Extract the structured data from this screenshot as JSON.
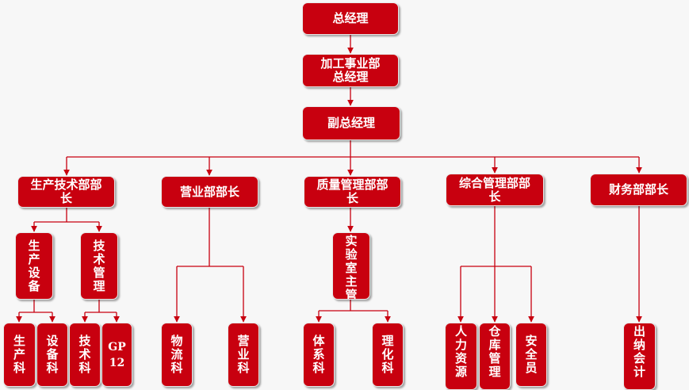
{
  "colors": {
    "box": "#c8000f",
    "line": "#c8000f",
    "text": "#ffffff"
  },
  "nodes": {
    "gm": "总经理",
    "proc_gm": "加工事业部总经理",
    "deputy_gm": "副总经理",
    "prod_tech_mgr": "生产技术部部长",
    "sales_mgr": "营业部部长",
    "quality_mgr": "质量管理部部长",
    "general_mgr": "综合管理部部长",
    "finance_mgr": "财务部部长",
    "prod_equip": "生产设备",
    "tech_mgmt": "技术管理",
    "lab_head": "实验室主管",
    "production_sec": "生产科",
    "equipment_sec": "设备科",
    "technical_sec": "技术科",
    "gp12": "GP 12",
    "logistics_sec": "物流科",
    "sales_sec": "营业科",
    "system_sec": "体系科",
    "chem_sec": "理化科",
    "hr": "人力资源",
    "warehouse": "仓库管理",
    "safety": "安全员",
    "cashier": "出纳会计"
  }
}
